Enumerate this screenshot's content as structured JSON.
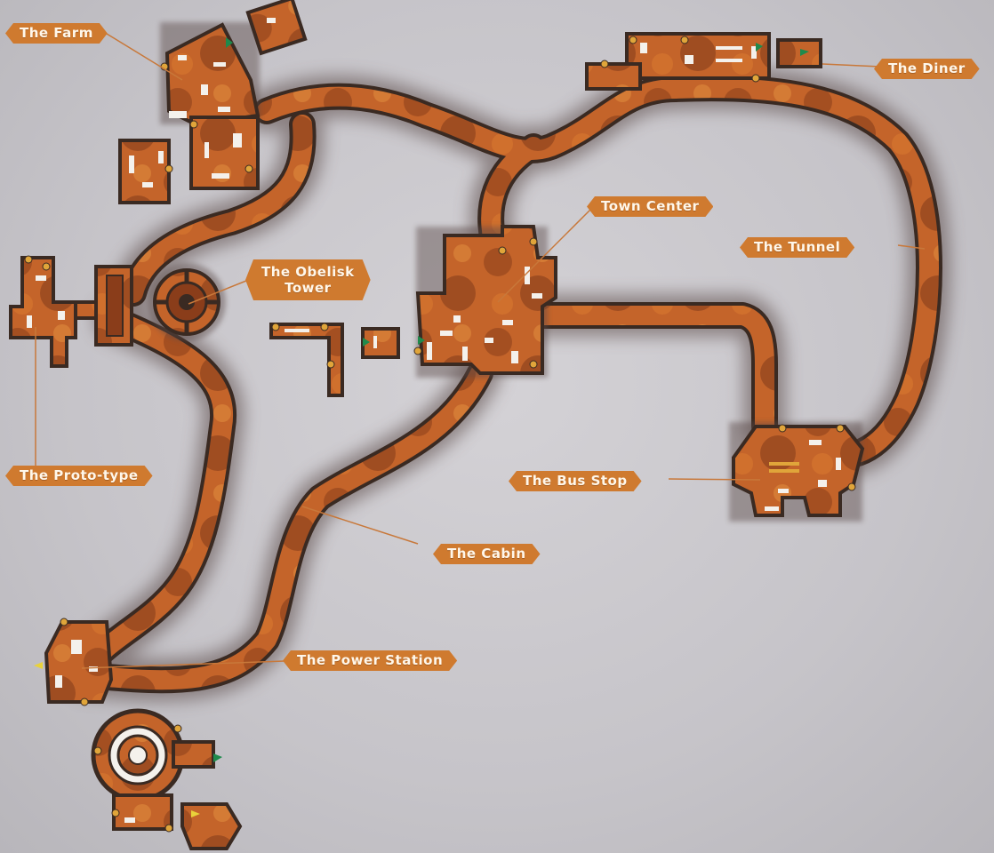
{
  "map": {
    "locations": [
      {
        "id": "farm",
        "name": "The Farm"
      },
      {
        "id": "diner",
        "name": "The Diner"
      },
      {
        "id": "town-center",
        "name": "Town Center"
      },
      {
        "id": "tunnel",
        "name": "The Tunnel"
      },
      {
        "id": "obelisk",
        "name_line1": "The Obelisk",
        "name_line2": "Tower"
      },
      {
        "id": "prototype",
        "name": "The Proto-type"
      },
      {
        "id": "bus-stop",
        "name": "The Bus Stop"
      },
      {
        "id": "cabin",
        "name": "The Cabin"
      },
      {
        "id": "power-station",
        "name": "The Power Station"
      }
    ]
  },
  "colors": {
    "background": "#c8c6cb",
    "road": "#c4642a",
    "road_dark": "#7a3618",
    "road_outline": "#3a2a22",
    "label": "#cf7a2f",
    "leader_line": "#c8783a",
    "door_marker": "#e0a53a",
    "entry_marker_green": "#1f8a4c"
  }
}
